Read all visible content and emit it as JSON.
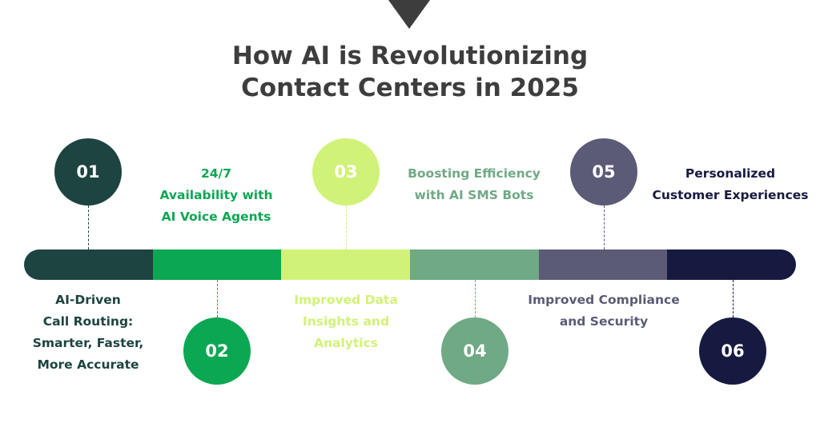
{
  "title": {
    "line1": "How AI is Revolutionizing",
    "line2": "Contact Centers in 2025"
  },
  "colors": {
    "title": "#3d3d3d",
    "step1": "#1d4440",
    "step2": "#0ca752",
    "step3": "#d1f278",
    "step4": "#6fa985",
    "step5": "#5b5b77",
    "step6": "#171a40"
  },
  "steps": [
    {
      "number": "01",
      "position": "top",
      "lines": [
        "AI-Driven",
        "Call Routing:",
        "Smarter, Faster,",
        "More Accurate"
      ]
    },
    {
      "number": "02",
      "position": "bottom",
      "lines": [
        "24/7",
        "Availability with",
        "AI Voice Agents"
      ]
    },
    {
      "number": "03",
      "position": "top",
      "lines": [
        "Improved Data",
        "Insights and",
        "Analytics"
      ]
    },
    {
      "number": "04",
      "position": "bottom",
      "lines": [
        "Boosting Efficiency",
        "with AI SMS Bots"
      ]
    },
    {
      "number": "05",
      "position": "top",
      "lines": [
        "Improved Compliance",
        "and Security"
      ]
    },
    {
      "number": "06",
      "position": "bottom",
      "lines": [
        "Personalized",
        "Customer Experiences"
      ]
    }
  ]
}
